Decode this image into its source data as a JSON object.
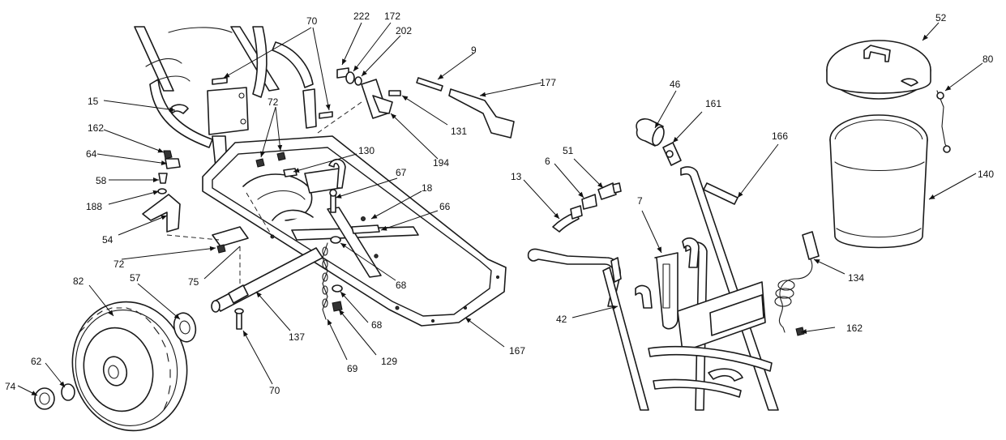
{
  "diagram": {
    "colors": {
      "line": "#1a1a1a",
      "background": "#ffffff"
    },
    "callouts": [
      {
        "id": "c70a",
        "label": "70"
      },
      {
        "id": "c222",
        "label": "222"
      },
      {
        "id": "c172",
        "label": "172"
      },
      {
        "id": "c202",
        "label": "202"
      },
      {
        "id": "c9",
        "label": "9"
      },
      {
        "id": "c177",
        "label": "177"
      },
      {
        "id": "c52",
        "label": "52"
      },
      {
        "id": "c80",
        "label": "80"
      },
      {
        "id": "c15",
        "label": "15"
      },
      {
        "id": "c72a",
        "label": "72"
      },
      {
        "id": "c131",
        "label": "131"
      },
      {
        "id": "c46",
        "label": "46"
      },
      {
        "id": "c161",
        "label": "161"
      },
      {
        "id": "c162a",
        "label": "162"
      },
      {
        "id": "c130",
        "label": "130"
      },
      {
        "id": "c194",
        "label": "194"
      },
      {
        "id": "c166",
        "label": "166"
      },
      {
        "id": "c64",
        "label": "64"
      },
      {
        "id": "c51",
        "label": "51"
      },
      {
        "id": "c6",
        "label": "6"
      },
      {
        "id": "c13",
        "label": "13"
      },
      {
        "id": "c140",
        "label": "140"
      },
      {
        "id": "c58",
        "label": "58"
      },
      {
        "id": "c67",
        "label": "67"
      },
      {
        "id": "c188",
        "label": "188"
      },
      {
        "id": "c18",
        "label": "18"
      },
      {
        "id": "c7",
        "label": "7"
      },
      {
        "id": "c66",
        "label": "66"
      },
      {
        "id": "c54",
        "label": "54"
      },
      {
        "id": "c72b",
        "label": "72"
      },
      {
        "id": "c134",
        "label": "134"
      },
      {
        "id": "c75",
        "label": "75"
      },
      {
        "id": "c68a",
        "label": "68"
      },
      {
        "id": "c82",
        "label": "82"
      },
      {
        "id": "c57",
        "label": "57"
      },
      {
        "id": "c42",
        "label": "42"
      },
      {
        "id": "c68b",
        "label": "68"
      },
      {
        "id": "c162b",
        "label": "162"
      },
      {
        "id": "c137",
        "label": "137"
      },
      {
        "id": "c167",
        "label": "167"
      },
      {
        "id": "c62",
        "label": "62"
      },
      {
        "id": "c129",
        "label": "129"
      },
      {
        "id": "c69",
        "label": "69"
      },
      {
        "id": "c74",
        "label": "74"
      },
      {
        "id": "c70b",
        "label": "70"
      }
    ]
  }
}
